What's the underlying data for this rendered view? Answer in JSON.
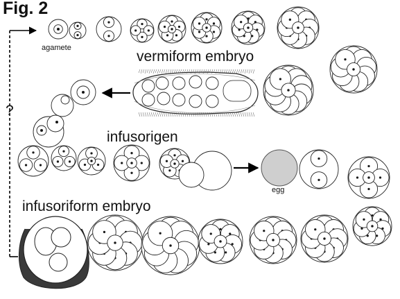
{
  "figure": {
    "title": "Fig. 2",
    "labels": {
      "agamete": "agamete",
      "vermiform": "vermiform embryo",
      "infusorigen": "infusorigen",
      "egg": "egg",
      "infusoriform": "infusoriform embryo",
      "question": "?"
    }
  }
}
